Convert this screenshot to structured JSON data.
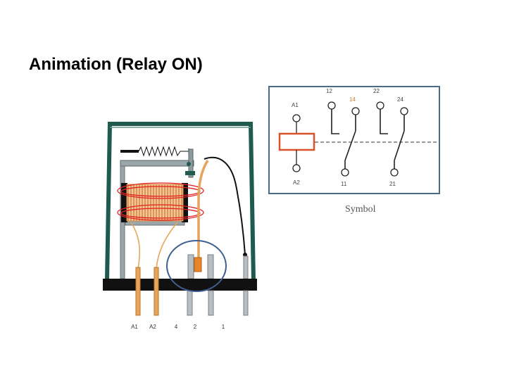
{
  "title": "Animation (Relay ON)",
  "relay_diagram": {
    "terminal_labels": [
      "A1",
      "A2",
      "4",
      "2",
      "1"
    ]
  },
  "symbol_panel": {
    "caption": "Symbol",
    "coil_labels": {
      "top": "A1",
      "bottom": "A2"
    },
    "contact_labels": {
      "c12": "12",
      "c14": "14",
      "c22": "22",
      "c24": "24",
      "c11": "11",
      "c21": "21"
    }
  },
  "colors": {
    "housing": "#1f5a4f",
    "base": "#111111",
    "coil_wire": "#e8a45a",
    "coil_energized": "#e02020",
    "highlight_circle": "#3f5f8f",
    "symbol_border": "#4a6a8a",
    "symbol_coil": "#d9522a"
  }
}
